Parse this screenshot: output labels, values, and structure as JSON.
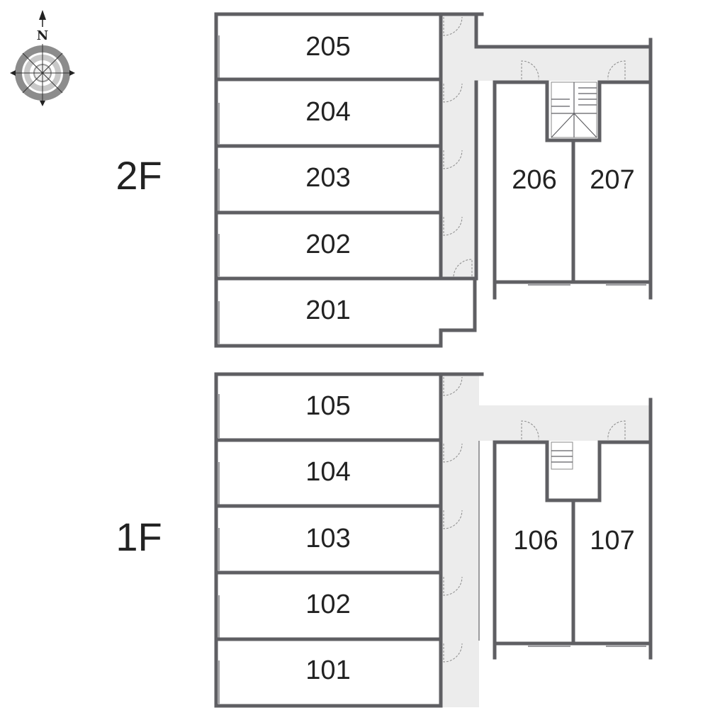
{
  "compass": {
    "label": "N",
    "icon": "compass-icon"
  },
  "floors": [
    {
      "id": "2F",
      "label": "2F",
      "rooms": [
        "205",
        "204",
        "203",
        "202",
        "201"
      ],
      "side_rooms": [
        "206",
        "207"
      ]
    },
    {
      "id": "1F",
      "label": "1F",
      "rooms": [
        "105",
        "104",
        "103",
        "102",
        "101"
      ],
      "side_rooms": [
        "106",
        "107"
      ]
    }
  ],
  "colors": {
    "wall": "#5f5f63",
    "corridor": "#ececec",
    "text": "#222222"
  }
}
